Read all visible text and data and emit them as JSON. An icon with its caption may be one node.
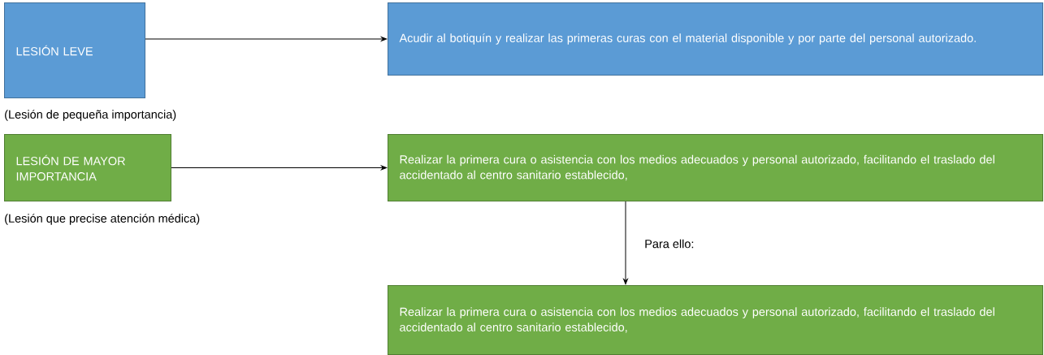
{
  "diagram": {
    "nodes": [
      {
        "text": [
          "LESIÓN LEVE"
        ],
        "beside": [
          "(Lesión de pequeña importancia)"
        ]
      },
      {
        "text": [
          "Acudir al botiquín y realizar las primeras curas con el material disponible y por parte del personal autorizado."
        ]
      },
      {
        "text": [
          "LESIÓN DE MAYOR IMPORTANCIA"
        ],
        "beside": [
          "(Lesión que precise atención médica)"
        ]
      },
      {
        "text": [
          "Realizar la primera cura o asistencia con los medios adecuados y personal autorizado, facilitando el traslado del accidentado al centro sanitario establecido,"
        ]
      },
      {
        "text": [
          "Realizar la primera cura o asistencia con los medios adecuados y personal autorizado, facilitando el traslado del accidentado al centro sanitario establecido,"
        ]
      }
    ],
    "edges": [
      {
        "from": 0,
        "to": 1,
        "arrow": "to"
      },
      {
        "from": 2,
        "to": 3,
        "arrow": "to"
      },
      {
        "from": 3,
        "to": 4,
        "arrow": "to",
        "label": "Para ello:"
      }
    ]
  }
}
